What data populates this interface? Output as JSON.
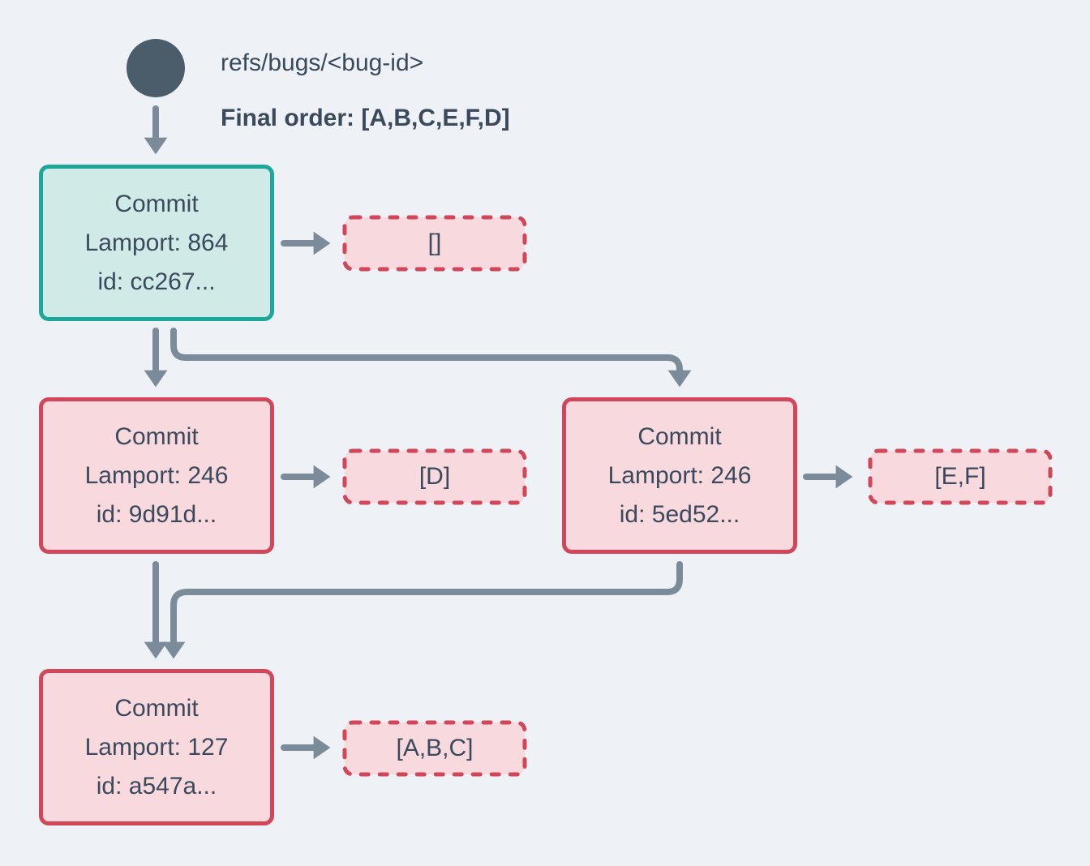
{
  "header": {
    "ref": "refs/bugs/<bug-id>",
    "final_order": "Final order: [A,B,C,E,F,D]"
  },
  "nodes": {
    "head": {
      "title": "Commit",
      "lamport": "Lamport: 864",
      "id": "id: cc267...",
      "operations": "[]"
    },
    "mid_left": {
      "title": "Commit",
      "lamport": "Lamport: 246",
      "id": "id: 9d91d...",
      "operations": "[D]"
    },
    "mid_right": {
      "title": "Commit",
      "lamport": "Lamport: 246",
      "id": "id: 5ed52...",
      "operations": "[E,F]"
    },
    "merge": {
      "title": "Commit",
      "lamport": "Lamport: 127",
      "id": "id: a547a...",
      "operations": "[A,B,C]"
    }
  },
  "icons": {
    "ref_head": "ref-head-circle",
    "arrow": "arrow-connector"
  },
  "colors": {
    "background": "#eef1f5",
    "text": "#3a4a5c",
    "arrow": "#7b8b99",
    "ref_circle": "#4b5c6b",
    "head_node_border": "#1ca79a",
    "head_node_fill": "#d0ebe7",
    "commit_node_border": "#d24659",
    "commit_node_fill": "#f8d9dd"
  }
}
